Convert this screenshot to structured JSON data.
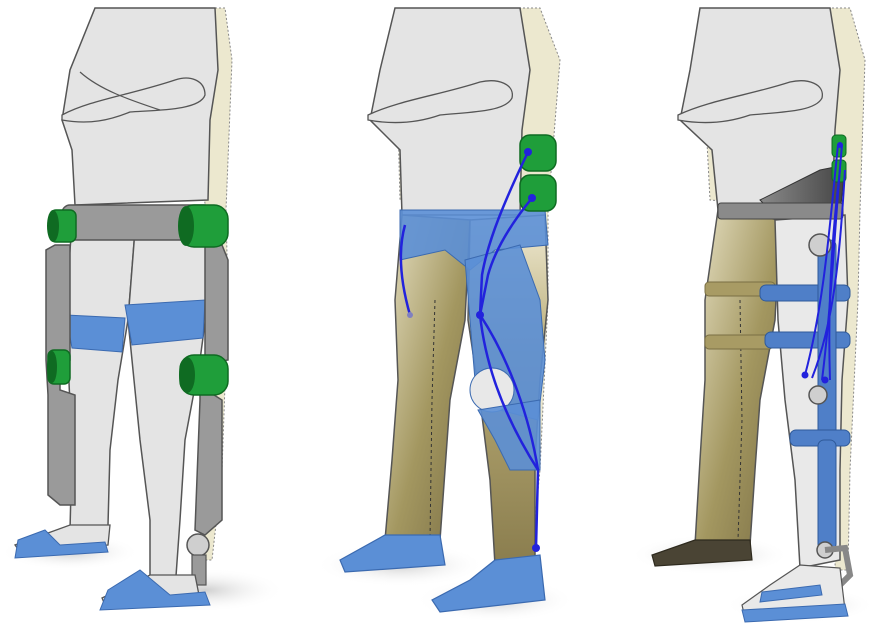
{
  "figure": {
    "panels": [
      {
        "id": "panel-1",
        "design": "rigid-exoskeleton-with-motors"
      },
      {
        "id": "panel-2",
        "design": "soft-exosuit-with-cables"
      },
      {
        "id": "panel-3",
        "design": "hybrid-exoskeleton-with-cables"
      }
    ]
  },
  "colors": {
    "skin": "#e4e4e4",
    "outline": "#555555",
    "backing": "#ece8cf",
    "frame_gray": "#9a9a9a",
    "frame_dark": "#6e6e6e",
    "motor_green": "#1f9e3a",
    "motor_green_dark": "#0f6b22",
    "suit_blue": "#5b8fd6",
    "cable_blue": "#2222dd",
    "pants_khaki": "#9a8e5c",
    "shoe_brown": "#4a4434",
    "shadow": "#d8d8d8"
  }
}
